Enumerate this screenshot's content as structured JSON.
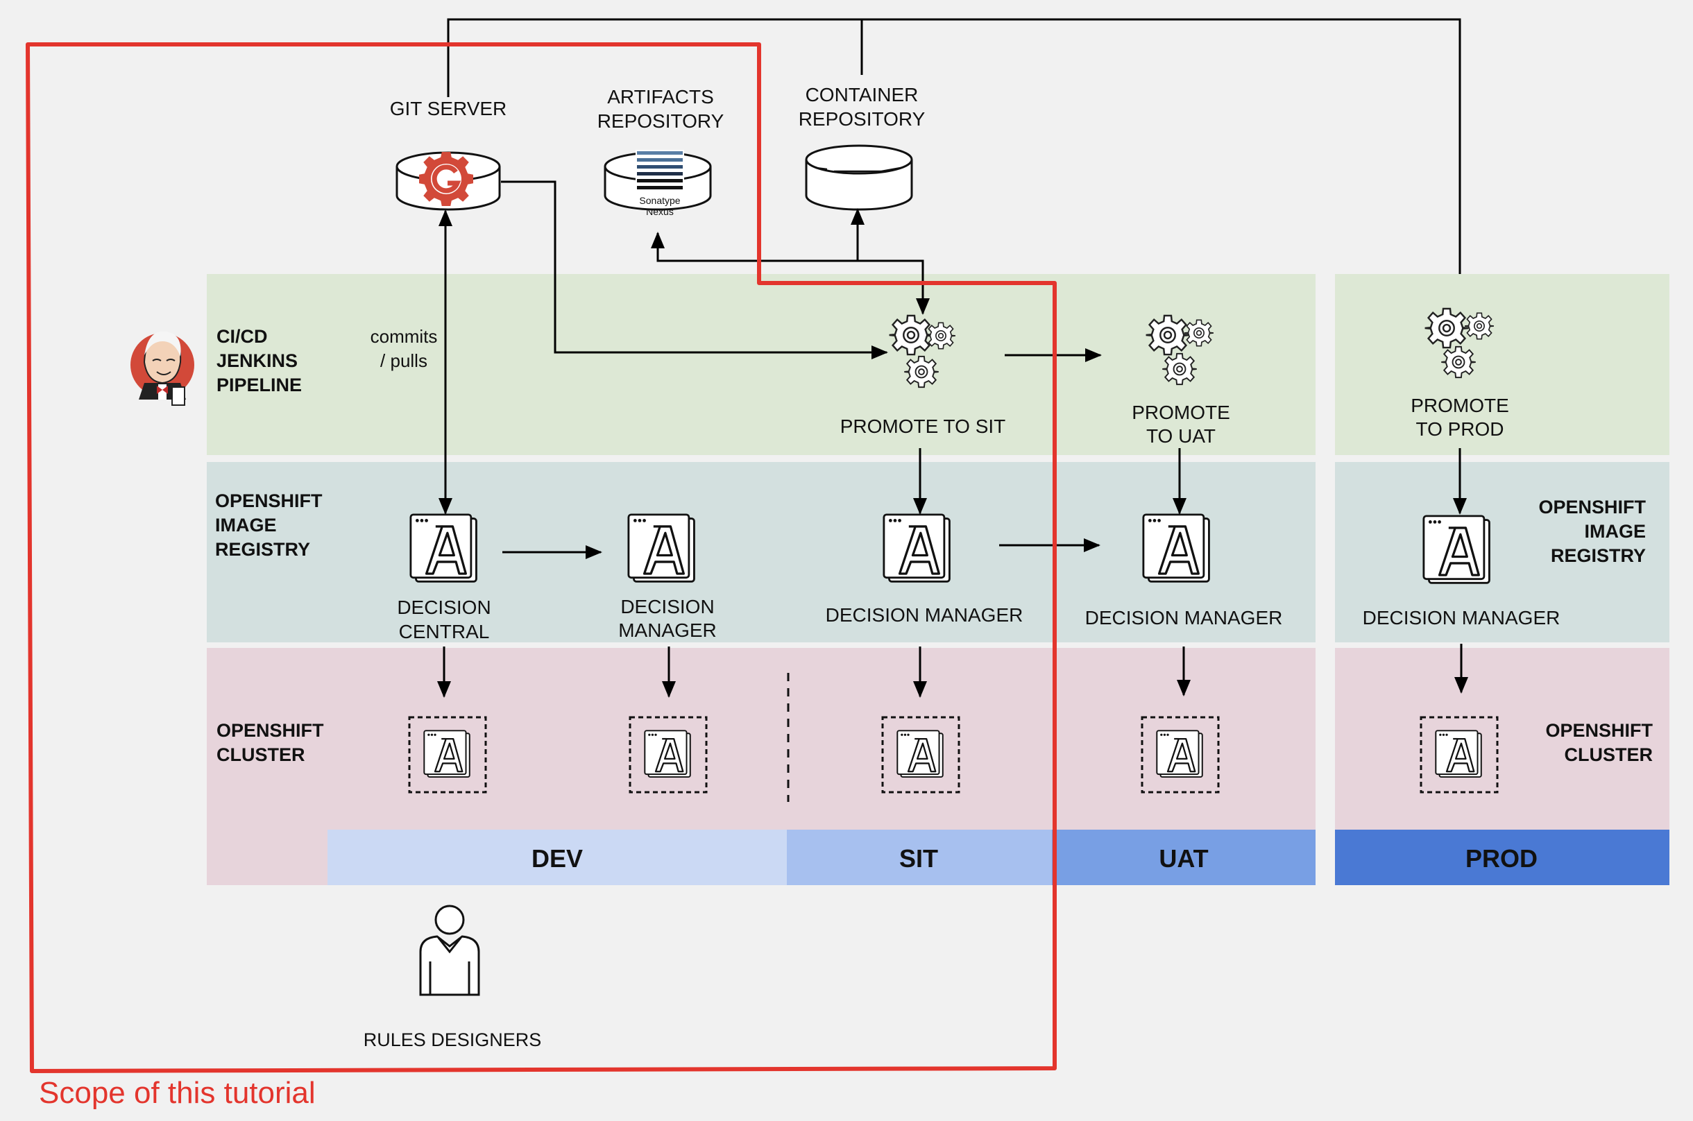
{
  "colors": {
    "background": "#f1f1f1",
    "pipeline_band": "#dde8d5",
    "registry_band": "#d3e0df",
    "cluster_band": "#e7d4db",
    "dev": "#cbd9f4",
    "sit": "#a7c0ef",
    "uat": "#789fe4",
    "prod": "#4a79d4",
    "scope_border": "#e3352d",
    "gear": "#333333",
    "jenkins_red": "#d24939"
  },
  "repositories": {
    "git": {
      "label": "GIT SERVER",
      "icon": "gitblit-icon"
    },
    "artifacts": {
      "label_line1": "ARTIFACTS",
      "label_line2": "REPOSITORY",
      "icon": "sonatype-nexus-icon",
      "logo_line1": "Sonatype",
      "logo_line2": "Nexus"
    },
    "container": {
      "label_line1": "CONTAINER",
      "label_line2": "REPOSITORY"
    }
  },
  "rows": {
    "pipeline": {
      "line1": "CI/CD",
      "line2": "JENKINS",
      "line3": "PIPELINE",
      "icon": "jenkins-butler-icon"
    },
    "registry": {
      "line1": "OPENSHIFT",
      "line2": "IMAGE",
      "line3": "REGISTRY"
    },
    "cluster": {
      "line1": "OPENSHIFT",
      "line2": "CLUSTER"
    }
  },
  "commits_label": {
    "line1": "commits",
    "line2": "/ pulls"
  },
  "pipeline_stages": {
    "sit": {
      "line1": "PROMOTE TO SIT"
    },
    "uat": {
      "line1": "PROMOTE",
      "line2": "TO UAT"
    },
    "prod": {
      "line1": "PROMOTE",
      "line2": "TO PROD"
    }
  },
  "registry_images": {
    "central": {
      "line1": "DECISION",
      "line2": "CENTRAL"
    },
    "dev_manager": {
      "line1": "DECISION",
      "line2": "MANAGER"
    },
    "sit_manager": {
      "line1": "DECISION MANAGER"
    },
    "uat_manager": {
      "line1": "DECISION MANAGER"
    },
    "prod_manager": {
      "line1": "DECISION MANAGER"
    }
  },
  "prod_side_labels": {
    "registry": {
      "line1": "OPENSHIFT",
      "line2": "IMAGE",
      "line3": "REGISTRY"
    },
    "cluster": {
      "line1": "OPENSHIFT",
      "line2": "CLUSTER"
    }
  },
  "environments": {
    "dev": "DEV",
    "sit": "SIT",
    "uat": "UAT",
    "prod": "PROD"
  },
  "users": {
    "label": "RULES DESIGNERS",
    "icon": "person-icon"
  },
  "scope": {
    "label": "Scope of this tutorial"
  }
}
